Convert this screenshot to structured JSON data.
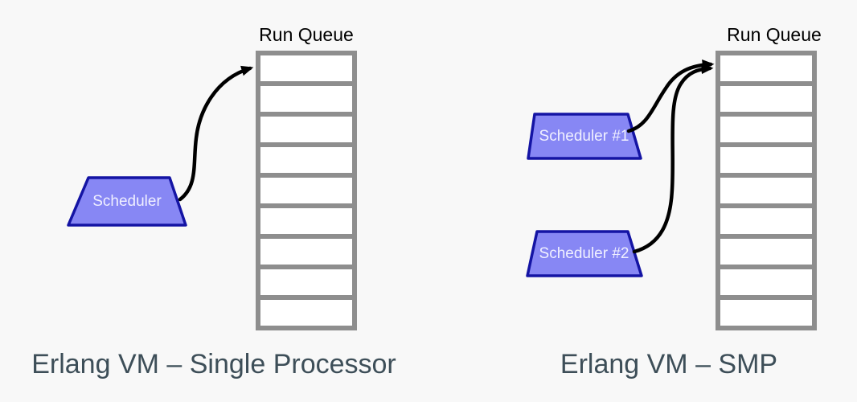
{
  "canvas": {
    "background": "#f8f8f8"
  },
  "colors": {
    "queue_border": "#8e8e8e",
    "queue_cell": "#ffffff",
    "scheduler_fill": "#8787f4",
    "scheduler_stroke": "#1414a4",
    "scheduler_text": "#f0f0ff",
    "arrow": "#000000",
    "label_text": "#000000",
    "caption_text": "#3d4e58"
  },
  "diagrams": [
    {
      "id": "single-processor",
      "queue_label": "Run Queue",
      "queue_cell_count": 9,
      "schedulers": [
        {
          "label": "Scheduler"
        }
      ],
      "caption": "Erlang VM – Single Processor"
    },
    {
      "id": "smp",
      "queue_label": "Run Queue",
      "queue_cell_count": 9,
      "schedulers": [
        {
          "label": "Scheduler #1"
        },
        {
          "label": "Scheduler #2"
        }
      ],
      "caption": "Erlang VM – SMP"
    }
  ]
}
